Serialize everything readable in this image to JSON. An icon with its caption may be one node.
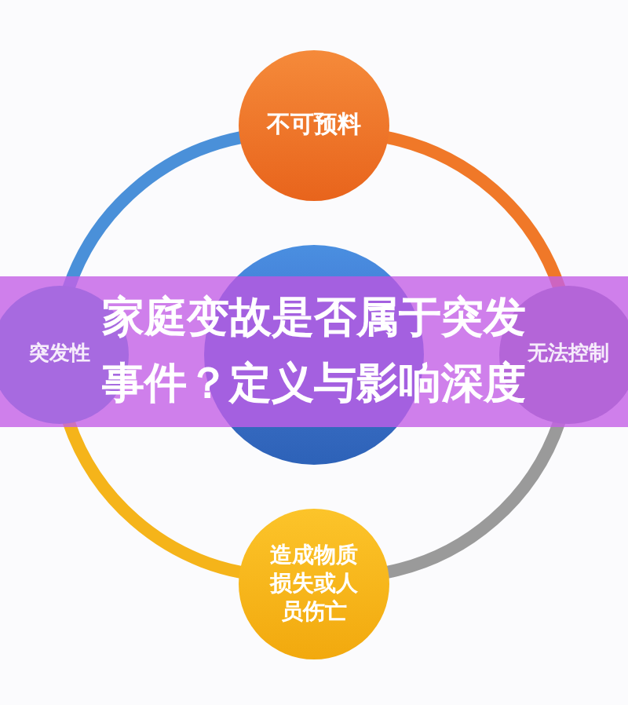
{
  "diagram": {
    "title": "家庭变故是否属于突发事件？定义与影响深度",
    "nodes": [
      {
        "text": [
          "不可预料"
        ]
      },
      {
        "text": [
          "无法控制"
        ]
      },
      {
        "text": [
          "造成物质损失或人员伤亡"
        ]
      },
      {
        "text": [
          "突发性"
        ]
      },
      {
        "text": [],
        "shape": "circle"
      }
    ],
    "edges": [
      {
        "from": 3,
        "to": 0,
        "arrow": "none",
        "color": "#4a90d9"
      },
      {
        "from": 0,
        "to": 1,
        "arrow": "none",
        "color": "#f07828"
      },
      {
        "from": 1,
        "to": 2,
        "arrow": "none",
        "color": "#9a9a9a"
      },
      {
        "from": 2,
        "to": 3,
        "arrow": "none",
        "color": "#f5b41a"
      }
    ]
  }
}
